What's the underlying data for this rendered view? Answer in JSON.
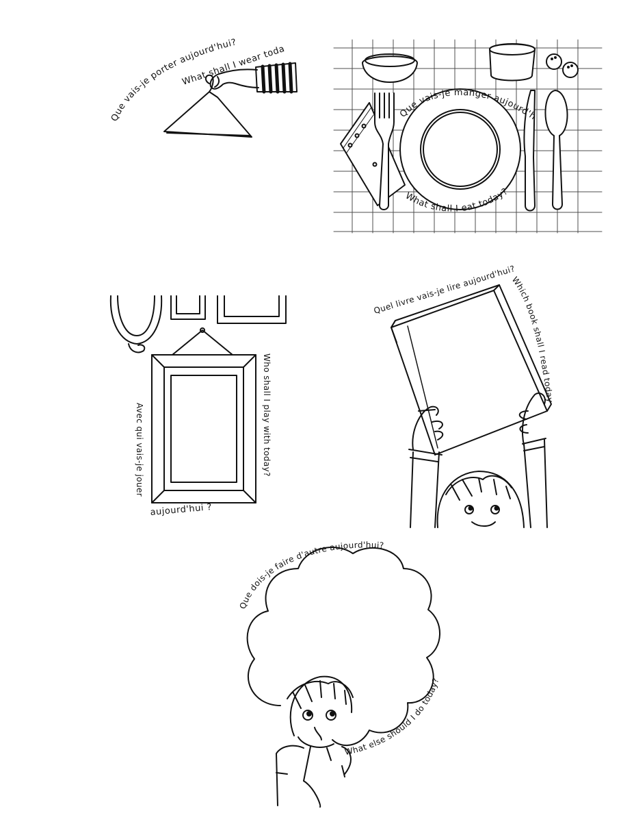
{
  "panels": {
    "wear": {
      "french": "Que vais-je porter aujourd'hui?",
      "english": "What shall I wear today?"
    },
    "eat": {
      "french": "Que vais-je manger aujourd'hui?",
      "english": "What shall I eat today?"
    },
    "play": {
      "english": "Who shall I play with today?",
      "french_1": "Avec qui vais-je jouer",
      "french_2": "aujourd'hui ?"
    },
    "read": {
      "french": "Quel livre vais-je lire aujourd'hui?",
      "english": "Which book shall I read today?"
    },
    "do": {
      "french": "Que dois-je faire d'autre aujourd'hui?",
      "english": "What else should I do today?"
    }
  },
  "icons": [
    "hanger-icon",
    "place-setting-icon",
    "picture-frame-icon",
    "book-icon",
    "thought-cloud-icon"
  ]
}
